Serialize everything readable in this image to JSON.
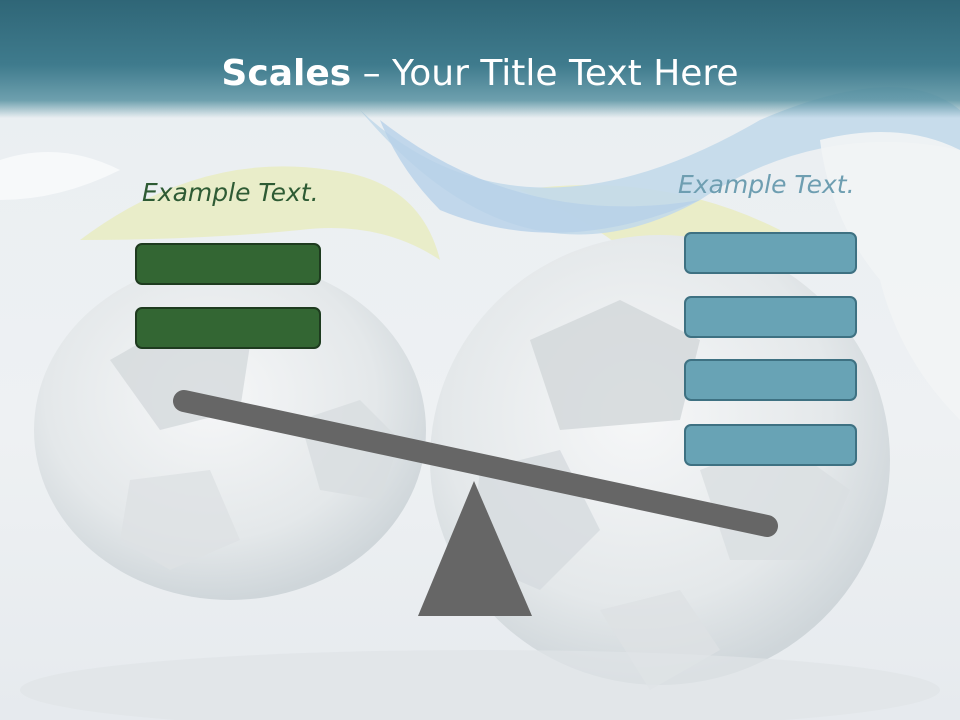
{
  "title": {
    "bold": "Scales",
    "rest": " – Your Title Text Here"
  },
  "left_panel": {
    "text": "Example Text.",
    "text_color": "#2e5b34",
    "box_color": "#336633",
    "boxes": [
      "",
      ""
    ]
  },
  "right_panel": {
    "text": "Example Text.",
    "text_color": "#6e9eb1",
    "box_color": "#68a3b5",
    "boxes": [
      "",
      "",
      "",
      ""
    ]
  },
  "colors": {
    "title_bar": "#3f7b8d",
    "scale": "#666666"
  }
}
